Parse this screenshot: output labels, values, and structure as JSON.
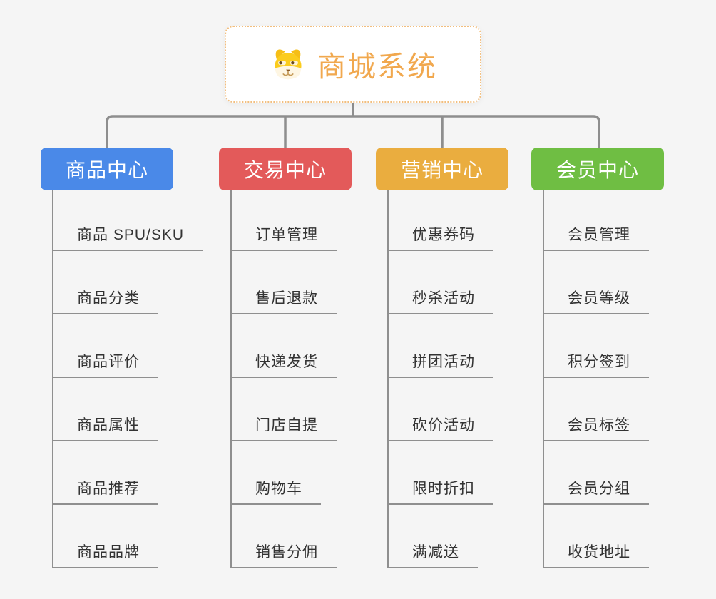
{
  "canvas": {
    "background": "#F5F5F5",
    "connector_color": "#8E8E8E",
    "leaf_line_color": "#8F8F8F",
    "leaf_text_color": "#333333"
  },
  "root": {
    "title": "商城系统",
    "icon": "dog-face-icon",
    "text_color": "#F1A84E",
    "border_color": "#F2BE7E"
  },
  "branches": [
    {
      "label": "商品中心",
      "color": "#4A89E8",
      "items": [
        "商品 SPU/SKU",
        "商品分类",
        "商品评价",
        "商品属性",
        "商品推荐",
        "商品品牌"
      ]
    },
    {
      "label": "交易中心",
      "color": "#E35A5A",
      "items": [
        "订单管理",
        "售后退款",
        "快递发货",
        "门店自提",
        "购物车",
        "销售分佣"
      ]
    },
    {
      "label": "营销中心",
      "color": "#EAAD3F",
      "items": [
        "优惠券码",
        "秒杀活动",
        "拼团活动",
        "砍价活动",
        "限时折扣",
        "满减送"
      ]
    },
    {
      "label": "会员中心",
      "color": "#6FBE43",
      "items": [
        "会员管理",
        "会员等级",
        "积分签到",
        "会员标签",
        "会员分组",
        "收货地址"
      ]
    }
  ]
}
